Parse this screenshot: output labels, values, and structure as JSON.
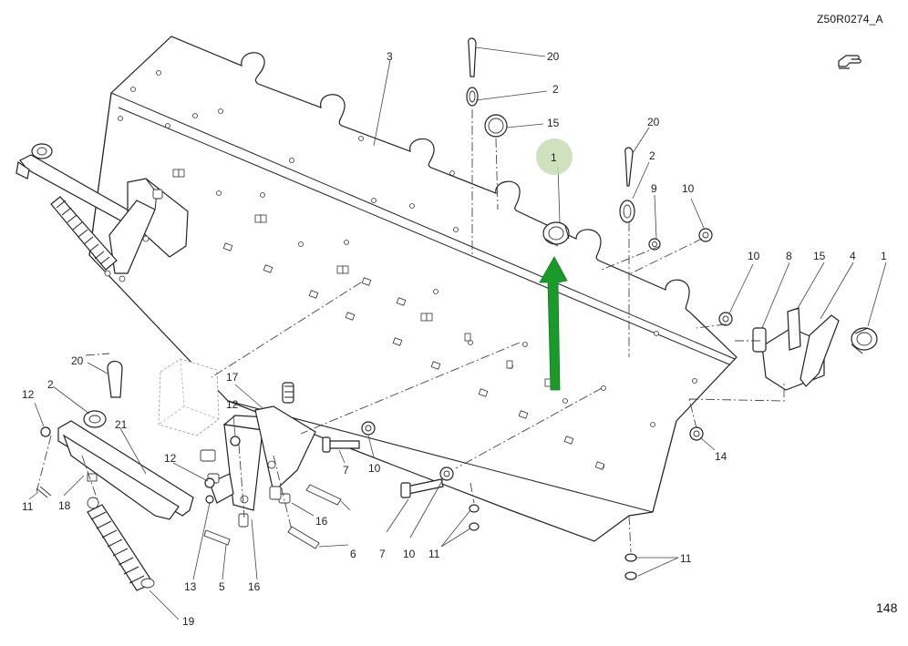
{
  "header": {
    "drawing_code": "Z50R0274_A",
    "page_number": "148"
  },
  "icons": {
    "nav": "hand-pointer-icon"
  },
  "colors": {
    "highlight_bubble": "#c8dcb4",
    "arrow": "#1a9a2a",
    "line": "#222222"
  },
  "callouts": {
    "c1_highlighted": "1",
    "c1_right": "1",
    "c2_top": "2",
    "c2_mid": "2",
    "c2_left": "2",
    "c3": "3",
    "c4": "4",
    "c5": "5",
    "c6": "6",
    "c7_top": "7",
    "c7_bottom": "7",
    "c8": "8",
    "c9": "9",
    "c10_top": "10",
    "c10_right": "10",
    "c10_center": "10",
    "c10_bottom": "10",
    "c11_left": "11",
    "c11_center": "11",
    "c11_right": "11",
    "c12_top": "12",
    "c12_left": "12",
    "c12_mid": "12",
    "c13": "13",
    "c14": "14",
    "c15_top": "15",
    "c15_right": "15",
    "c16_mid": "16",
    "c16_bottom": "16",
    "c17": "17",
    "c18": "18",
    "c19": "19",
    "c20_top": "20",
    "c20_mid": "20",
    "c20_left": "20",
    "c21": "21"
  }
}
